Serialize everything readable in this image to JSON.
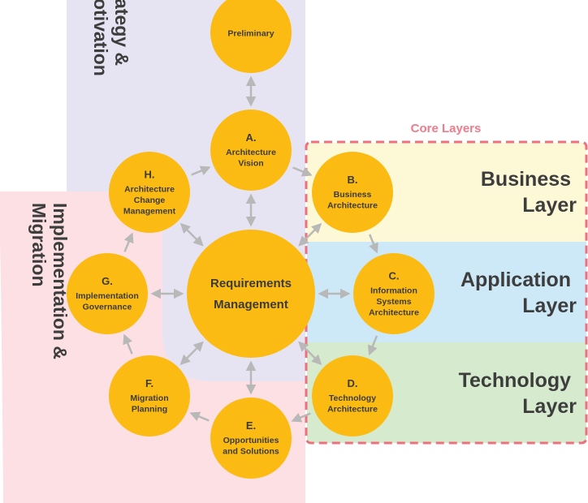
{
  "bands": {
    "strategy_label": [
      "ategy &",
      "otivation"
    ],
    "implementation_label": [
      "Implementation &",
      "Migration"
    ]
  },
  "core_layers": {
    "title": "Core Layers",
    "business": [
      "Business",
      "Layer"
    ],
    "application": [
      "Application",
      "Layer"
    ],
    "technology": [
      "Technology",
      "Layer"
    ]
  },
  "phases": {
    "preliminary": {
      "letter": "",
      "lines": [
        "Preliminary"
      ]
    },
    "a": {
      "letter": "A.",
      "lines": [
        "Architecture",
        "Vision"
      ]
    },
    "b": {
      "letter": "B.",
      "lines": [
        "Business",
        "Architecture"
      ]
    },
    "c": {
      "letter": "C.",
      "lines": [
        "Information",
        "Systems",
        "Architecture"
      ]
    },
    "d": {
      "letter": "D.",
      "lines": [
        "Technology",
        "Architecture"
      ]
    },
    "e": {
      "letter": "E.",
      "lines": [
        "Opportunities",
        "and Solutions"
      ]
    },
    "f": {
      "letter": "F.",
      "lines": [
        "Migration",
        "Planning"
      ]
    },
    "g": {
      "letter": "G.",
      "lines": [
        "Implementation",
        "Governance"
      ]
    },
    "h": {
      "letter": "H.",
      "lines": [
        "Architecture",
        "Change",
        "Management"
      ]
    },
    "requirements": {
      "letter": "",
      "lines": [
        "Requirements",
        "Management"
      ]
    }
  },
  "colors": {
    "circle": "#fcbb12",
    "text": "#3b3b3b",
    "arrow": "#b8b8b8",
    "strategy_band": "#e6e4f2",
    "implementation_band": "#fde0e4",
    "business_layer": "#fdf8d6",
    "application_layer": "#cde9f7",
    "technology_layer": "#d6ebce",
    "core_border": "#ef6f7e"
  }
}
